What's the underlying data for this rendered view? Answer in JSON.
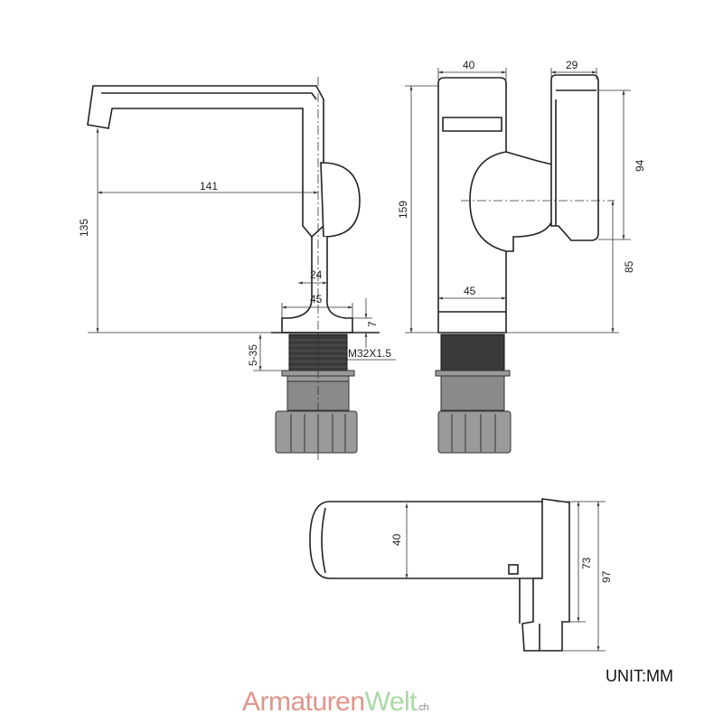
{
  "dimensions": {
    "side_height": "135",
    "spout_reach": "141",
    "neck_width": "24",
    "base_width_side": "45",
    "base_thickness": "7",
    "clamp_range": "5-35",
    "thread": "M32X1.5",
    "body_width": "40",
    "lever_width": "29",
    "total_height": "159",
    "lever_height": "94",
    "lever_axis_height": "85",
    "base_width_front": "45",
    "top_width": "40",
    "top_depth_lever": "73",
    "top_depth_total": "97"
  },
  "unit_label": "UNIT:MM",
  "logo": {
    "part1": "Armaturen",
    "part2": "Welt",
    "suffix": ".ch"
  },
  "colors": {
    "logo_red": "#e0958b",
    "logo_green": "#a9d9a5"
  }
}
